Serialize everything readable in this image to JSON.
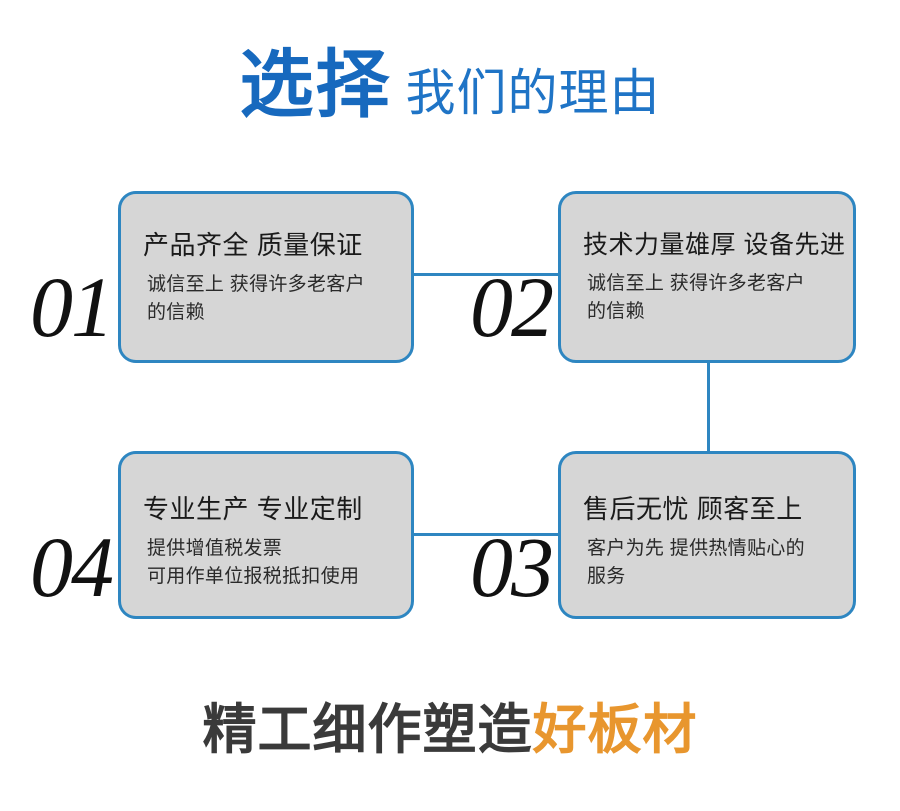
{
  "header": {
    "strong_text": "选择",
    "light_text": "我们的理由",
    "strong_color": "#1769BE",
    "light_color": "#1F74C6"
  },
  "colors": {
    "card_border": "#2E86C1",
    "card_fill": "#D6D6D6",
    "connector": "#2E86C1",
    "number": "#111111",
    "accent_orange": "#E8962E",
    "footer_dark": "#3A3A3A"
  },
  "cards": [
    {
      "number": "01",
      "title": "产品齐全 质量保证",
      "body_lines": [
        "诚信至上 获得许多老客户",
        "的信赖"
      ]
    },
    {
      "number": "02",
      "title": "技术力量雄厚 设备先进",
      "body_lines": [
        "诚信至上 获得许多老客户",
        "的信赖"
      ]
    },
    {
      "number": "03",
      "title": "售后无忧 顾客至上",
      "body_lines": [
        "客户为先 提供热情贴心的",
        "服务"
      ]
    },
    {
      "number": "04",
      "title": "专业生产 专业定制",
      "body_lines": [
        "提供增值税发票",
        "可用作单位报税抵扣使用"
      ]
    }
  ],
  "footer": {
    "dark_text": "精工细作塑造",
    "accent_text": "好板材"
  }
}
